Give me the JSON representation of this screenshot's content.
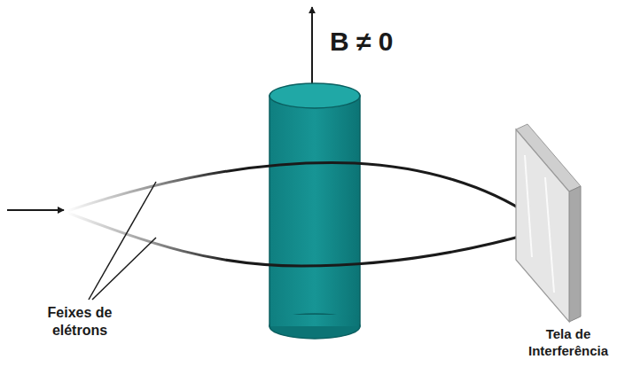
{
  "diagram": {
    "labels": [
      "B ≠ 0",
      "Feixes de elétrons",
      "Tela de Interferência"
    ]
  }
}
